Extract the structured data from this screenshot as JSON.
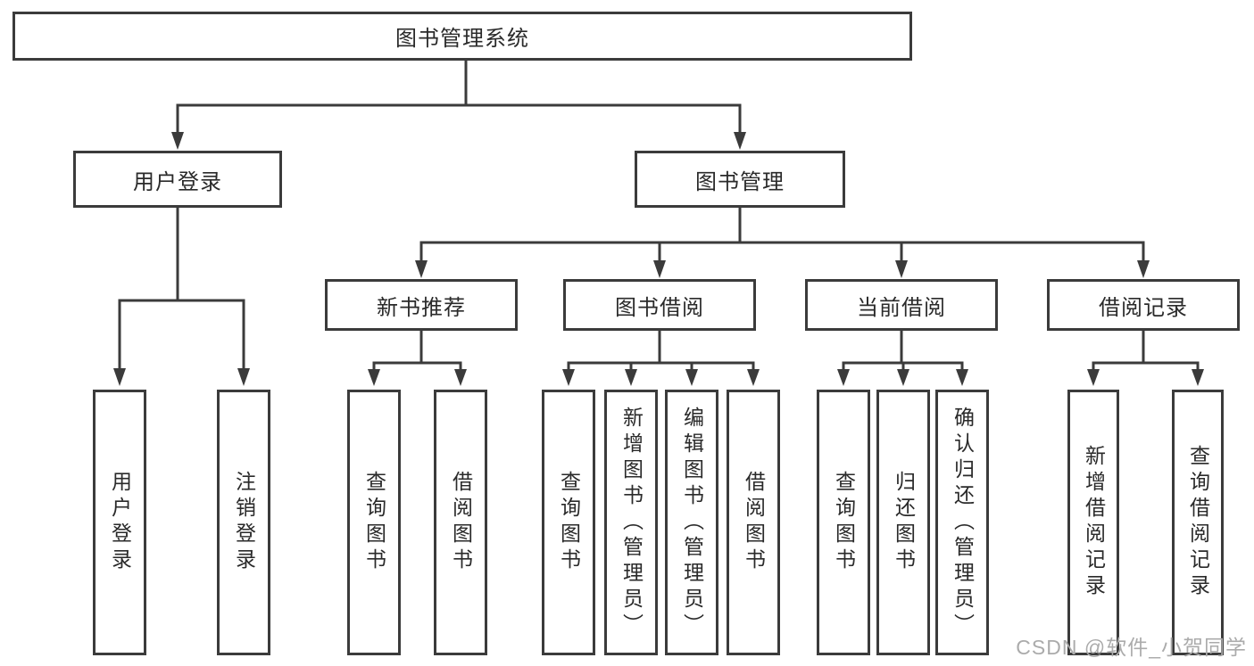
{
  "diagram": {
    "root": "图书管理系统",
    "user_login": {
      "label": "用户登录",
      "children": [
        "用户登录",
        "注销登录"
      ]
    },
    "book_mgmt": {
      "label": "图书管理",
      "groups": [
        {
          "label": "新书推荐",
          "children": [
            "查询图书",
            "借阅图书"
          ]
        },
        {
          "label": "图书借阅",
          "children": [
            "查询图书",
            "新增图书（管理员）",
            "编辑图书（管理员）",
            "借阅图书"
          ]
        },
        {
          "label": "当前借阅",
          "children": [
            "查询图书",
            "归还图书",
            "确认归还（管理员）"
          ]
        },
        {
          "label": "借阅记录",
          "children": [
            "新增借阅记录",
            "查询借阅记录"
          ]
        }
      ]
    }
  },
  "watermark": "CSDN @软件_小贺同学"
}
